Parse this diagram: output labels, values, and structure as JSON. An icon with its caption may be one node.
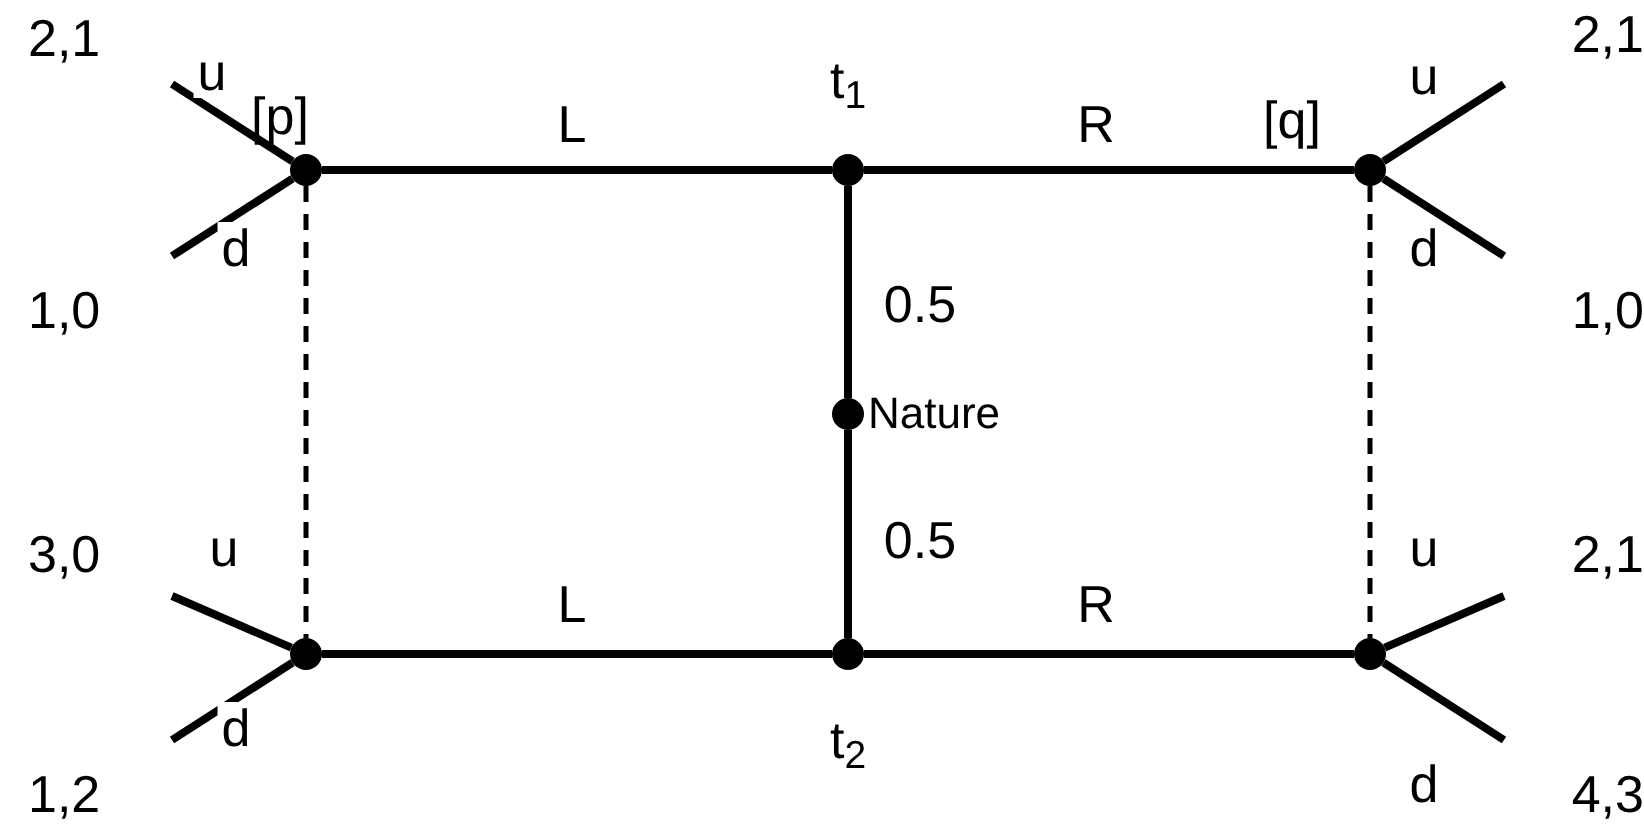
{
  "diagram": {
    "nodes": [
      {
        "text": [
          "2,1"
        ]
      },
      {
        "text": [],
        "shape": "circle",
        "beside": [
          "[p]"
        ]
      },
      {
        "text": [],
        "shape": "circle",
        "beside": [
          "t$_{1}$"
        ]
      },
      {
        "text": [],
        "shape": "circle",
        "beside": [
          "[q]"
        ]
      },
      {
        "text": [
          "2,1"
        ]
      },
      {
        "text": [
          "1,0"
        ]
      },
      {
        "text": [
          "1,0"
        ]
      },
      {
        "text": [],
        "shape": "circle",
        "beside": [
          "Nature"
        ]
      },
      {
        "text": [
          "3,0"
        ]
      },
      {
        "text": [
          "2,1"
        ]
      },
      {
        "text": [],
        "shape": "circle"
      },
      {
        "text": [],
        "shape": "circle",
        "beside": [
          "t$_{2}$"
        ]
      },
      {
        "text": [],
        "shape": "circle"
      },
      {
        "text": [
          "1,2"
        ]
      },
      {
        "text": [
          "4,3"
        ]
      }
    ],
    "edges": [
      {
        "from": 7,
        "to": 2,
        "arrow": "none",
        "label": "0.5"
      },
      {
        "from": 7,
        "to": 11,
        "arrow": "none",
        "label": "0.5"
      },
      {
        "from": 2,
        "to": 1,
        "arrow": "none",
        "label": "L"
      },
      {
        "from": 2,
        "to": 3,
        "arrow": "none",
        "label": "R"
      },
      {
        "from": 11,
        "to": 10,
        "arrow": "none",
        "label": "L"
      },
      {
        "from": 11,
        "to": 12,
        "arrow": "none",
        "label": "R"
      },
      {
        "from": 1,
        "to": 0,
        "arrow": "none",
        "label": "u"
      },
      {
        "from": 1,
        "to": 5,
        "arrow": "none",
        "label": "d"
      },
      {
        "from": 3,
        "to": 4,
        "arrow": "none",
        "label": "u"
      },
      {
        "from": 3,
        "to": 6,
        "arrow": "none",
        "label": "d"
      },
      {
        "from": 10,
        "to": 8,
        "arrow": "none",
        "label": "u"
      },
      {
        "from": 10,
        "to": 13,
        "arrow": "none",
        "label": "d"
      },
      {
        "from": 12,
        "to": 9,
        "arrow": "none",
        "label": "u"
      },
      {
        "from": 12,
        "to": 14,
        "arrow": "none",
        "label": "d"
      },
      {
        "from": 1,
        "to": 10,
        "arrow": "none",
        "style": "dashed"
      },
      {
        "from": 3,
        "to": 12,
        "arrow": "none",
        "style": "dashed"
      }
    ]
  }
}
